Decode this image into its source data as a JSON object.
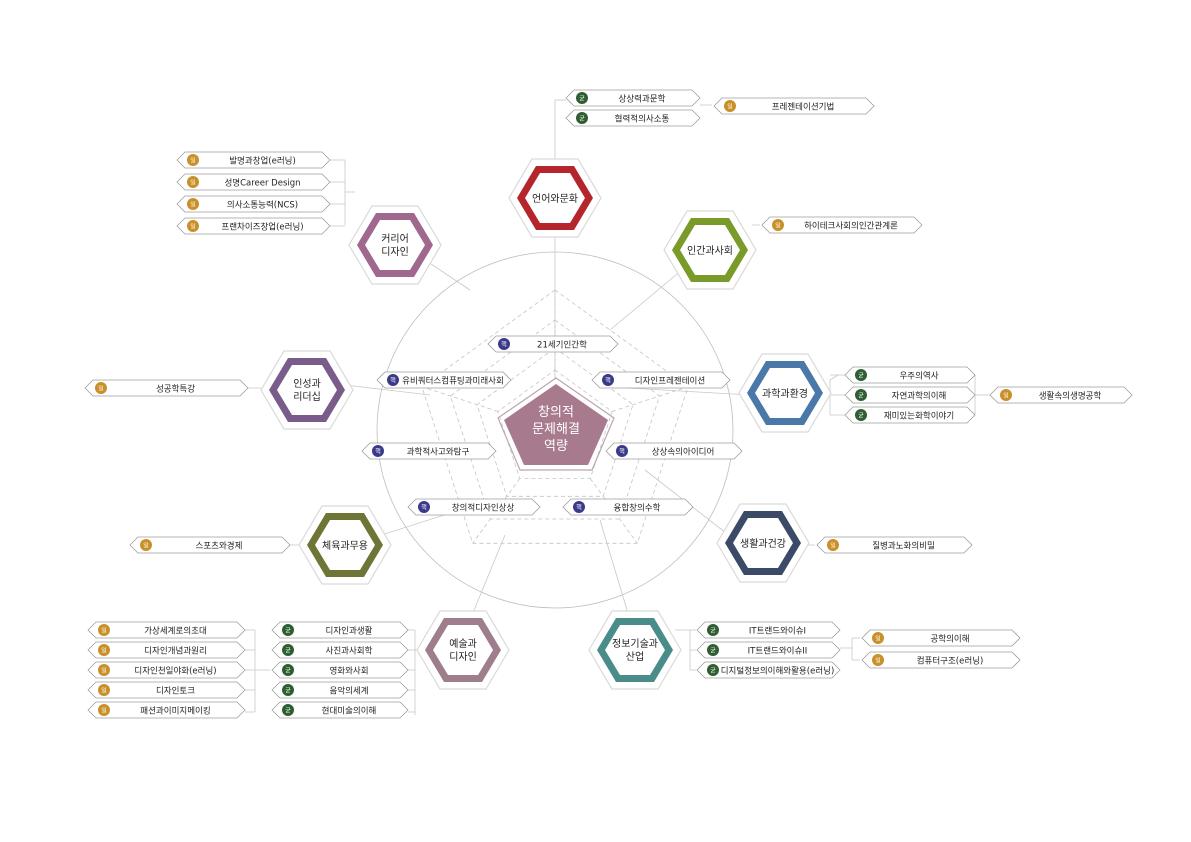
{
  "center": {
    "line1": "창의적",
    "line2": "문제해결",
    "line3": "역량"
  },
  "colors": {
    "core_badge": "#3b3a8a",
    "gen_badge": "#2f5e33",
    "il_badge": "#c9902a",
    "center_fill": "#a87a8e"
  },
  "core_courses": [
    {
      "badge": "핵",
      "label": "21세기인간학"
    },
    {
      "badge": "핵",
      "label": "디자인프레젠테이션"
    },
    {
      "badge": "핵",
      "label": "상상속의아이디어"
    },
    {
      "badge": "핵",
      "label": "융합창의수학"
    },
    {
      "badge": "핵",
      "label": "창의적디자인상상"
    },
    {
      "badge": "핵",
      "label": "과학적사고와탐구"
    },
    {
      "badge": "핵",
      "label": "유비쿼터스컴퓨팅과미래사회"
    }
  ],
  "areas": [
    {
      "line1": "언어와문화",
      "line2": "",
      "color": "#b5262c"
    },
    {
      "line1": "인간과사회",
      "line2": "",
      "color": "#7a9a2a"
    },
    {
      "line1": "과학과환경",
      "line2": "",
      "color": "#4a78a8"
    },
    {
      "line1": "생활과건강",
      "line2": "",
      "color": "#3b4a66"
    },
    {
      "line1": "정보기술과",
      "line2": "산업",
      "color": "#4a8c8a"
    },
    {
      "line1": "예술과",
      "line2": "디자인",
      "color": "#9e7e8c"
    },
    {
      "line1": "체육과무용",
      "line2": "",
      "color": "#6f7536"
    },
    {
      "line1": "인성과",
      "line2": "리더십",
      "color": "#7a5c8a"
    },
    {
      "line1": "커리어",
      "line2": "디자인",
      "color": "#a0688f"
    }
  ],
  "courses": {
    "language_gen": [
      {
        "badge": "균",
        "label": "상상력과문학"
      },
      {
        "badge": "균",
        "label": "협력적의사소통"
      }
    ],
    "language_il": [
      {
        "badge": "일",
        "label": "프레젠테이션기법"
      }
    ],
    "human_il": [
      {
        "badge": "일",
        "label": "하이테크사회의인간관계론"
      }
    ],
    "science_gen": [
      {
        "badge": "균",
        "label": "우주의역사"
      },
      {
        "badge": "균",
        "label": "자연과학의이해"
      },
      {
        "badge": "균",
        "label": "재미있는화학이야기"
      }
    ],
    "science_il": [
      {
        "badge": "일",
        "label": "생활속의생명공학"
      }
    ],
    "health_il": [
      {
        "badge": "일",
        "label": "질병과노화의비밀"
      }
    ],
    "it_gen": [
      {
        "badge": "균",
        "label": "IT트랜드와이슈I"
      },
      {
        "badge": "균",
        "label": "IT트랜드와이슈II"
      },
      {
        "badge": "균",
        "label": "디지털정보의이해와활용(e러닝)"
      }
    ],
    "it_il": [
      {
        "badge": "일",
        "label": "공학의이해"
      },
      {
        "badge": "일",
        "label": "컴퓨터구조(e러닝)"
      }
    ],
    "art_gen": [
      {
        "badge": "균",
        "label": "디자인과생활"
      },
      {
        "badge": "균",
        "label": "사진과사회학"
      },
      {
        "badge": "균",
        "label": "영화와사회"
      },
      {
        "badge": "균",
        "label": "음악의세계"
      },
      {
        "badge": "균",
        "label": "현대미술의이해"
      }
    ],
    "art_il": [
      {
        "badge": "일",
        "label": "가상세계로의초대"
      },
      {
        "badge": "일",
        "label": "디자인개념과원리"
      },
      {
        "badge": "일",
        "label": "디자인천일야화(e러닝)"
      },
      {
        "badge": "일",
        "label": "디자인토크"
      },
      {
        "badge": "일",
        "label": "패션과이미지메이킹"
      }
    ],
    "sport_il": [
      {
        "badge": "일",
        "label": "스포츠와경제"
      }
    ],
    "leader_il": [
      {
        "badge": "일",
        "label": "성공학특강"
      }
    ],
    "career_il": [
      {
        "badge": "일",
        "label": "발명과창업(e러닝)"
      },
      {
        "badge": "일",
        "label": "성명Career Design"
      },
      {
        "badge": "일",
        "label": "의사소통능력(NCS)"
      },
      {
        "badge": "일",
        "label": "프랜차이즈창업(e러닝)"
      }
    ]
  }
}
